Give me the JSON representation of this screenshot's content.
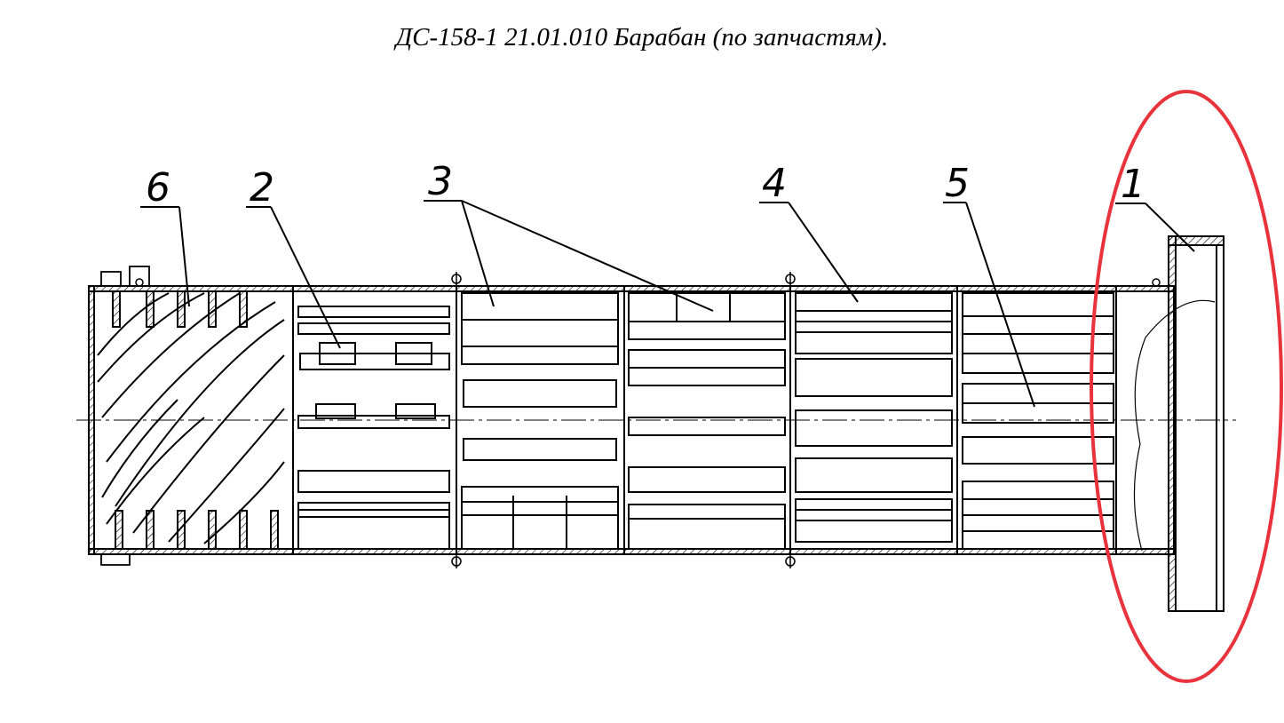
{
  "title": "ДС-158-1 21.01.010 Барабан (по запчастям).",
  "callouts": [
    {
      "id": "1",
      "label": "1"
    },
    {
      "id": "2",
      "label": "2"
    },
    {
      "id": "3",
      "label": "3"
    },
    {
      "id": "4",
      "label": "4"
    },
    {
      "id": "5",
      "label": "5"
    },
    {
      "id": "6",
      "label": "6"
    }
  ],
  "colors": {
    "ink": "#000000",
    "highlight": "#e8323c",
    "paper": "#ffffff"
  },
  "highlight": {
    "target": "1",
    "shape": "ellipse"
  }
}
